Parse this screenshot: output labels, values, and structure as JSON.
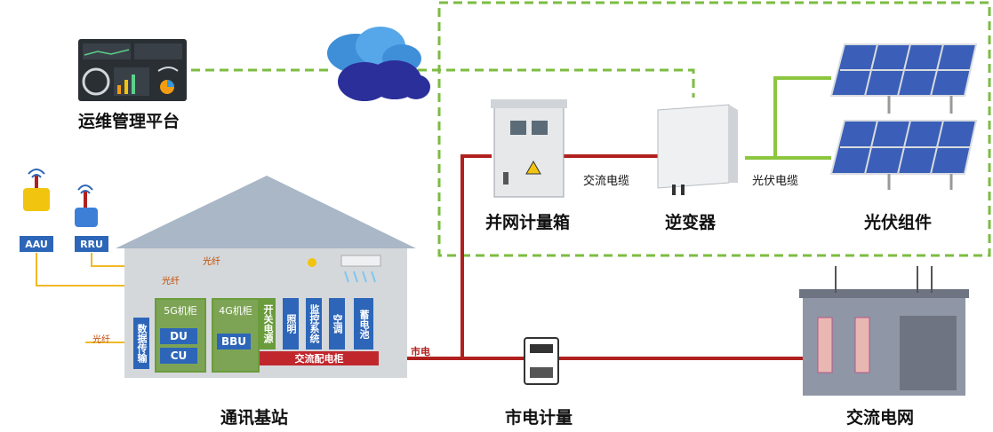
{
  "labels": {
    "ops_platform": "运维管理平台",
    "grid_meter_box": "并网计量箱",
    "inverter": "逆变器",
    "pv_array": "光伏组件",
    "base_station": "通讯基站",
    "utility_meter": "市电计量",
    "ac_grid": "交流电网",
    "ac_cable": "交流电缆",
    "pv_cable": "光伏电缆",
    "utility_power": "市电",
    "fiber_1": "光纤",
    "fiber_2": "光纤",
    "fiber_3": "光纤"
  },
  "station": {
    "aau": "AAU",
    "rru": "RRU",
    "bbu_5g_title": "5G机柜",
    "du": "DU",
    "cu": "CU",
    "bbu_4g_title": "4G机柜",
    "bbu": "BBU",
    "data_transfer": "数据传输",
    "switch_power": "开关电源",
    "lighting": "照明",
    "monitor_system": "监控系统",
    "ac": "空调",
    "battery": "蓄电池",
    "ac_cabinet": "交流配电柜"
  },
  "colors": {
    "green_dash": "#7cbc42",
    "green_line": "#8cc63f",
    "red_line": "#b0201e",
    "blue": "#2d66b8",
    "box_green": "#7da455"
  }
}
